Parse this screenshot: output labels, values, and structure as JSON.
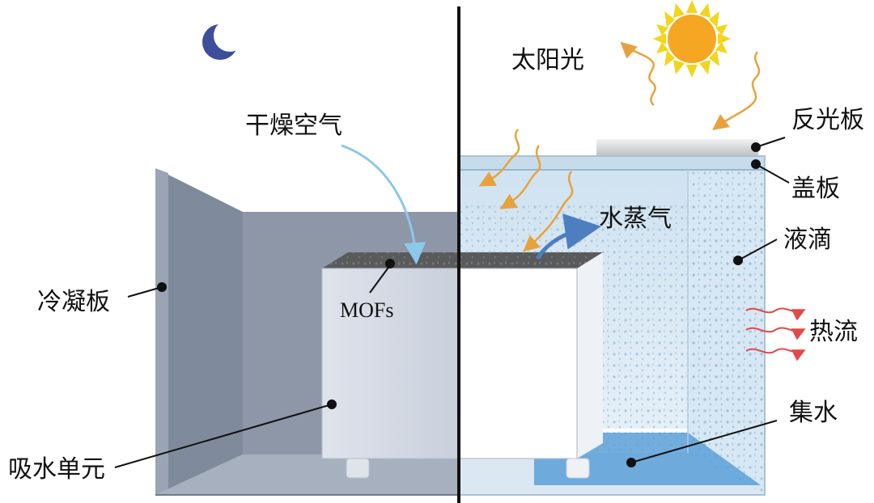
{
  "labels": {
    "dry_air": "干燥空气",
    "sunlight": "太阳光",
    "reflector": "反光板",
    "cover": "盖板",
    "vapor": "水蒸气",
    "droplets": "液滴",
    "condenser": "冷凝板",
    "mofs": "MOFs",
    "heat_flow": "热流",
    "water_collect": "集水",
    "absorber": "吸水单元"
  },
  "icons": {
    "moon": "moon-icon",
    "sun": "sun-icon"
  },
  "colors": {
    "night_panel": "#8b95a6",
    "night_floor": "#a8b1bf",
    "day_tint": "#d6e6f2",
    "sun": "#f5a623",
    "sun_rays": "#f2d51c",
    "moon": "#3d4e9a",
    "sun_wave": "#e8a23c",
    "heat_wave": "#e24a4a",
    "vapor_arrow": "#4b7fc0",
    "dry_air_arrow": "#8cc8e8",
    "water": "#5a9fd8"
  }
}
